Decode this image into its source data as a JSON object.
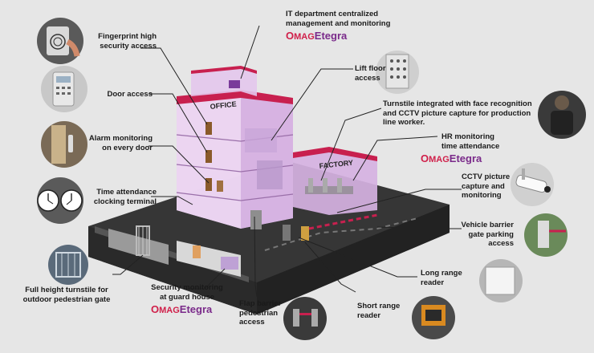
{
  "scene": {
    "floor_labels": {
      "office": "OFFICE",
      "factory": "FACTORY"
    }
  },
  "brand": {
    "logo_o": "O",
    "logo_mag": "MAG",
    "logo_rest": "Etegra"
  },
  "labels": {
    "it": [
      "IT department centralized",
      "management and monitoring"
    ],
    "fingerprint": [
      "Fingerprint high",
      "security access"
    ],
    "lift": [
      "Lift floor",
      "access"
    ],
    "door": [
      "Door access"
    ],
    "turnstile_face": [
      "Turnstile integrated with face recognition",
      "and CCTV picture capture for production",
      "line worker."
    ],
    "alarm": [
      "Alarm monitoring",
      "on every door"
    ],
    "hr": [
      "HR monitoring",
      "time attendance"
    ],
    "cctv": [
      "CCTV picture",
      "capture and",
      "monitoring"
    ],
    "time_terminal": [
      "Time attendance",
      "clocking terminal"
    ],
    "vehicle": [
      "Vehicle barrier",
      "gate parking",
      "access"
    ],
    "long_range": [
      "Long range",
      "reader"
    ],
    "full_turnstile": [
      "Full height turnstile for",
      "outdoor pedestrian gate"
    ],
    "guard": [
      "Security monitoring",
      "at guard house"
    ],
    "flap": [
      "Flap barrier",
      "pedestrian",
      "access"
    ],
    "short_range": [
      "Short range",
      "reader"
    ]
  },
  "colors": {
    "glass": "#e3c7ec",
    "accent": "#c8204f",
    "brand": "#7a2a8a",
    "ground": "#3c3c3c"
  },
  "icons": [
    "fingerprint-reader-icon",
    "keypad-reader-icon",
    "door-handle-icon",
    "wall-clock-icon",
    "turnstile-gate-icon",
    "lift-keypad-icon",
    "security-guard-icon",
    "cctv-camera-icon",
    "parking-barrier-icon",
    "long-range-reader-icon",
    "short-range-reader-icon",
    "flap-barrier-icon"
  ]
}
